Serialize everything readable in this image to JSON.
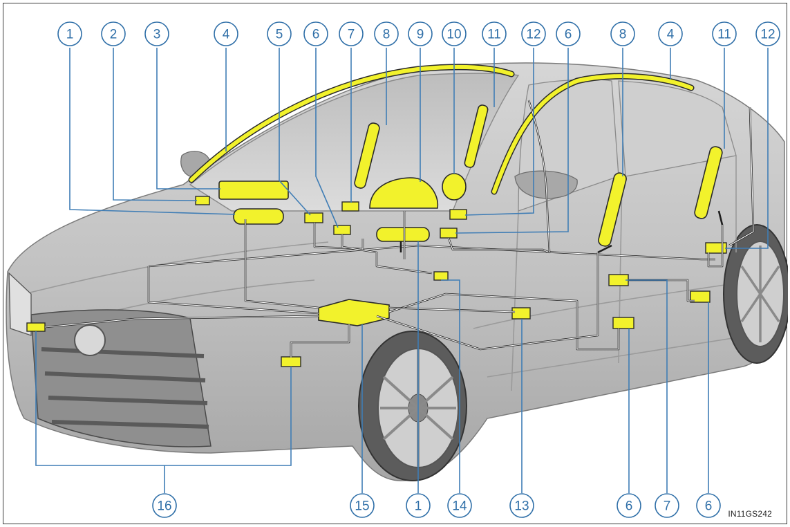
{
  "figure_code": "IN11GS242",
  "colors": {
    "callout": "#2f6fa8",
    "airbag_fill": "#f2f22c",
    "car_body": "#b9b9b9",
    "wire": "#1e1e1e"
  },
  "top_callouts": [
    "1",
    "2",
    "3",
    "4",
    "5",
    "6",
    "7",
    "8",
    "9",
    "10",
    "11",
    "12",
    "6",
    "8",
    "4",
    "11",
    "12"
  ],
  "bottom_callouts": [
    "16",
    "15",
    "1",
    "14",
    "13",
    "6",
    "7",
    "6"
  ]
}
